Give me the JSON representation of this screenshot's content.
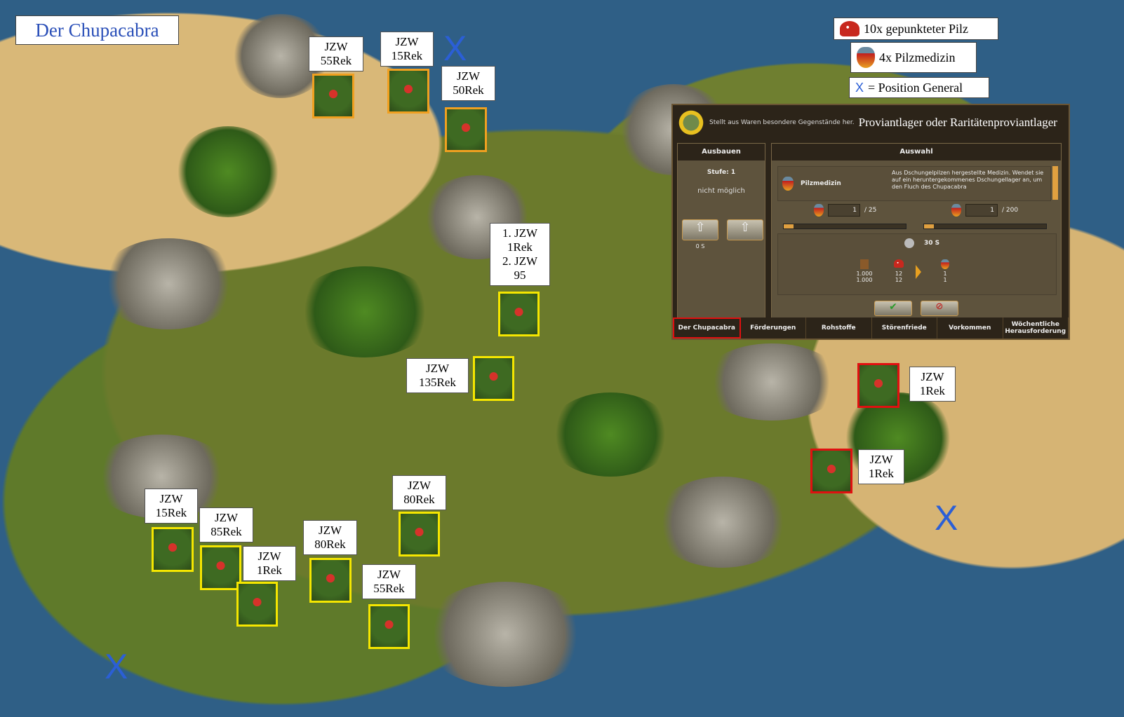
{
  "title": "Der Chupacabra",
  "legend": [
    {
      "icon": "mushroom-icon",
      "text": "10x gepunkteter Pilz"
    },
    {
      "icon": "potion-icon",
      "text": "4x Pilzmedizin"
    },
    {
      "icon": "x-marker",
      "mark": "X",
      "text": "= Position General"
    }
  ],
  "general_marker": "X",
  "labels": [
    {
      "l1": "JZW",
      "l2": "55Rek",
      "color": "#f0a020"
    },
    {
      "l1": "JZW",
      "l2": "15Rek",
      "color": "#f0a020"
    },
    {
      "l1": "JZW",
      "l2": "50Rek",
      "color": "#f0a020"
    },
    {
      "l1": "1. JZW",
      "l2": "1Rek",
      "l3": "2. JZW",
      "l4": "95",
      "color": "#f5e600"
    },
    {
      "l1": "JZW",
      "l2": "135Rek",
      "color": "#f5e600"
    },
    {
      "l1": "JZW",
      "l2": "1Rek",
      "color": "#e01010"
    },
    {
      "l1": "JZW",
      "l2": "1Rek",
      "color": "#e01010"
    },
    {
      "l1": "JZW",
      "l2": "80Rek",
      "color": "#f5e600"
    },
    {
      "l1": "JZW",
      "l2": "15Rek",
      "color": "#f5e600"
    },
    {
      "l1": "JZW",
      "l2": "85Rek",
      "color": "#f5e600"
    },
    {
      "l1": "JZW",
      "l2": "1Rek",
      "color": "#f5e600"
    },
    {
      "l1": "JZW",
      "l2": "80Rek",
      "color": "#f5e600"
    },
    {
      "l1": "JZW",
      "l2": "55Rek",
      "color": "#f5e600"
    }
  ],
  "dialog": {
    "subtitle": "Stellt aus Waren besondere Gegenstände her.",
    "title": "Proviantlager oder Raritätenproviantlager",
    "left_header": "Ausbauen",
    "level": "Stufe: 1",
    "upgrade_status": "nicht möglich",
    "upgrade_time": "0 S",
    "right_header": "Auswahl",
    "item_name": "Pilzmedizin",
    "item_desc": "Aus Dschungelpilzen hergestellte Medizin. Wendet sie auf ein heruntergekommenes Dschungellager an, um den Fluch des Chupacabra",
    "qty1": "1",
    "max1": "/ 25",
    "qty2": "1",
    "max2": "/ 200",
    "time": "30 S",
    "cost": [
      {
        "icon": "water-bucket-icon",
        "a": "1.000",
        "b": "1.000"
      },
      {
        "icon": "mushroom-icon",
        "a": "12",
        "b": "12"
      }
    ],
    "result": {
      "a": "1",
      "b": "1"
    },
    "tabs": [
      "Der Chupacabra",
      "Förderungen",
      "Rohstoffe",
      "Störenfriede",
      "Vorkommen",
      "Wöchentliche Herausforderung"
    ],
    "active_tab": 0
  }
}
